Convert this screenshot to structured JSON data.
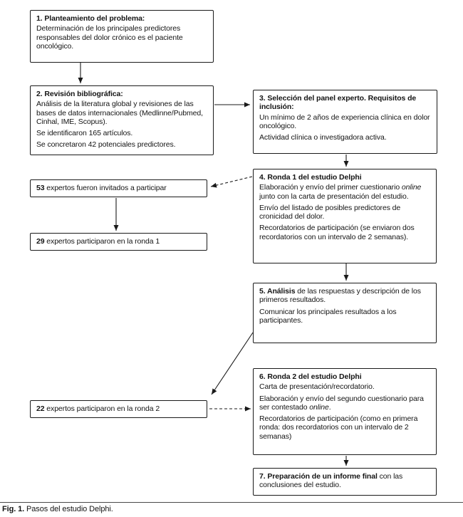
{
  "figure": {
    "caption_label": "Fig. 1.",
    "caption_text": " Pasos del estudio Delphi."
  },
  "colors": {
    "box_border": "#1a1a1a",
    "arrow": "#1a1a1a",
    "text": "#141414",
    "background": "#ffffff"
  },
  "boxes": {
    "box1": {
      "title": "1. Planteamiento del problema:",
      "body": "Determinación de los principales predictores responsables del dolor crónico es el paciente oncológico."
    },
    "box2": {
      "title": "2. Revisión bibliográfica:",
      "p1": "Análisis de la literatura global y revisiones de las bases de datos internacionales (Medlinne/Pubmed, Cinhal, IME, Scopus).",
      "p2": "Se identificaron 165 artículos.",
      "p3": "Se concretaron 42 potenciales predictores."
    },
    "box3": {
      "title": "3. Selección del panel experto. Requisitos de inclusión:",
      "p1": "Un mínimo de 2 años de experiencia clínica en dolor oncológico.",
      "p2": "Actividad clínica o investigadora activa."
    },
    "box53": {
      "strong": "53",
      "rest": " expertos fueron invitados a participar"
    },
    "box29": {
      "strong": "29",
      "rest": " expertos participaron en la ronda 1"
    },
    "box4": {
      "title": "4. Ronda 1 del estudio Delphi",
      "p1_pre": "Elaboración y envío del primer cuestionario ",
      "p1_italic": "online",
      "p1_post": " junto con la carta de presentación del estudio.",
      "p2": "Envío del listado de posibles predictores de cronicidad del dolor.",
      "p3": "Recordatorios de participación (se enviaron dos recordatorios con un intervalo de 2 semanas)."
    },
    "box5": {
      "strong": "5. Análisis",
      "rest": " de las respuestas y descripción de los primeros resultados.",
      "p2": "Comunicar los principales resultados a los participantes."
    },
    "box6": {
      "title": "6. Ronda 2 del estudio Delphi",
      "p1": "Carta de presentación/recordatorio.",
      "p2_pre": "Elaboración y envío del segundo cuestionario para ser contestado ",
      "p2_italic": "online",
      "p2_post": ".",
      "p3": "Recordatorios de participación (como en primera ronda: dos recordatorios con un intervalo de 2 semanas)"
    },
    "box22": {
      "strong": "22",
      "rest": " expertos participaron en la ronda 2"
    },
    "box7": {
      "strong": "7. Preparación de un informe final",
      "rest": " con las conclusiones del estudio."
    }
  }
}
